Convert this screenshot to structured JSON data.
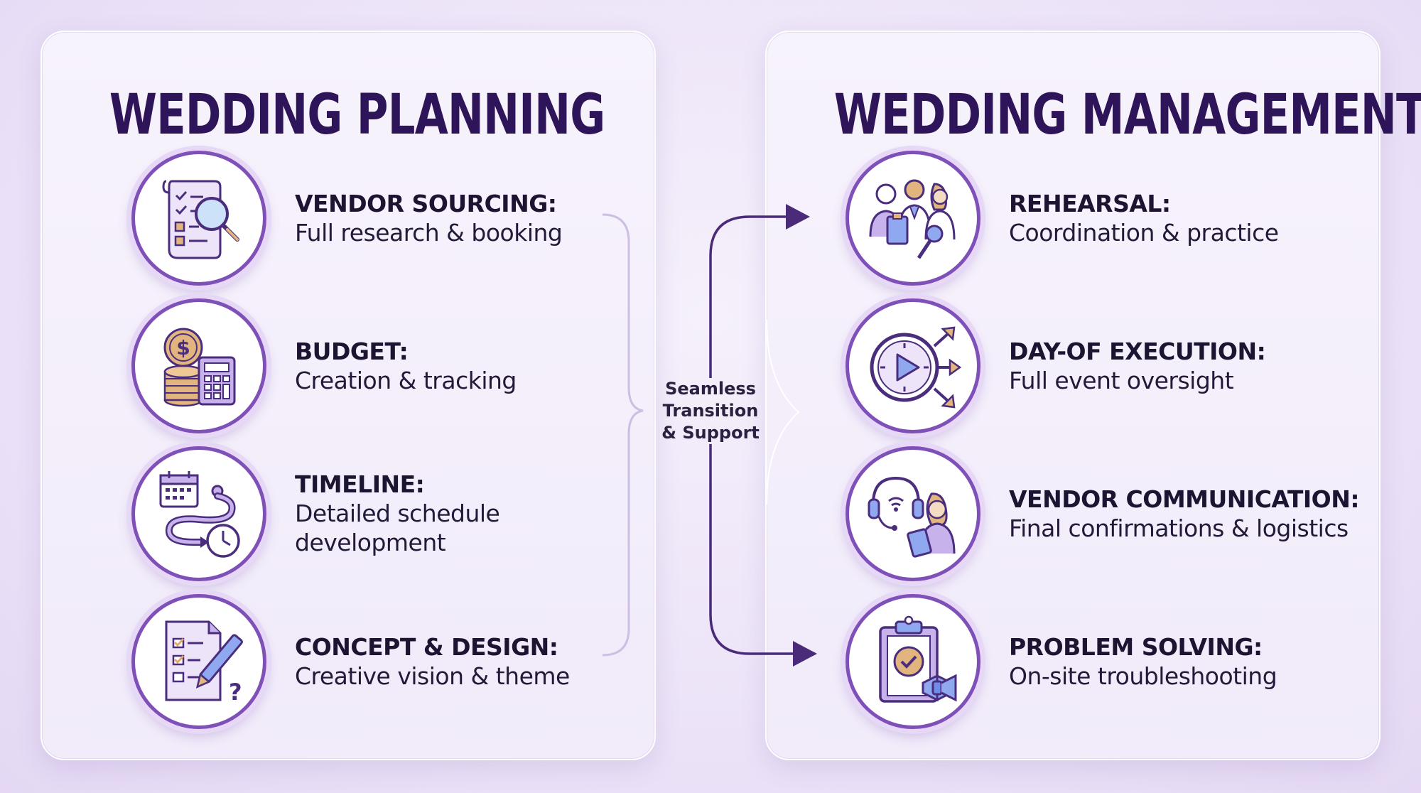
{
  "colors": {
    "title": "#2e1458",
    "accent": "#7e50b8",
    "icon_stroke": "#4a2d7c",
    "icon_fill_lavender": "#c7b2ec",
    "icon_fill_gold": "#e2b57e",
    "arrow": "#4a2b7a"
  },
  "planning": {
    "title": "WEDDING PLANNING",
    "items": [
      {
        "title": "VENDOR SOURCING:",
        "desc": "Full research & booking",
        "icon": "document-search-icon"
      },
      {
        "title": "BUDGET:",
        "desc": "Creation & tracking",
        "icon": "coins-calculator-icon"
      },
      {
        "title": "TIMELINE:",
        "desc": "Detailed schedule development",
        "icon": "calendar-path-clock-icon"
      },
      {
        "title": "CONCEPT & DESIGN:",
        "desc": "Creative vision & theme",
        "icon": "checklist-pen-icon"
      }
    ]
  },
  "transition": {
    "label": "Seamless Transition & Support"
  },
  "management": {
    "title": "WEDDING MANAGEMENT",
    "items": [
      {
        "title": "REHEARSAL:",
        "desc": "Coordination & practice",
        "icon": "people-microphone-icon"
      },
      {
        "title": "DAY-OF EXECUTION:",
        "desc": "Full event oversight",
        "icon": "clock-play-arrows-icon"
      },
      {
        "title": "VENDOR COMMUNICATION:",
        "desc": "Final confirmations & logistics",
        "icon": "headset-person-icon"
      },
      {
        "title": "PROBLEM SOLVING:",
        "desc": "On-site troubleshooting",
        "icon": "clipboard-bowtie-icon"
      }
    ]
  }
}
